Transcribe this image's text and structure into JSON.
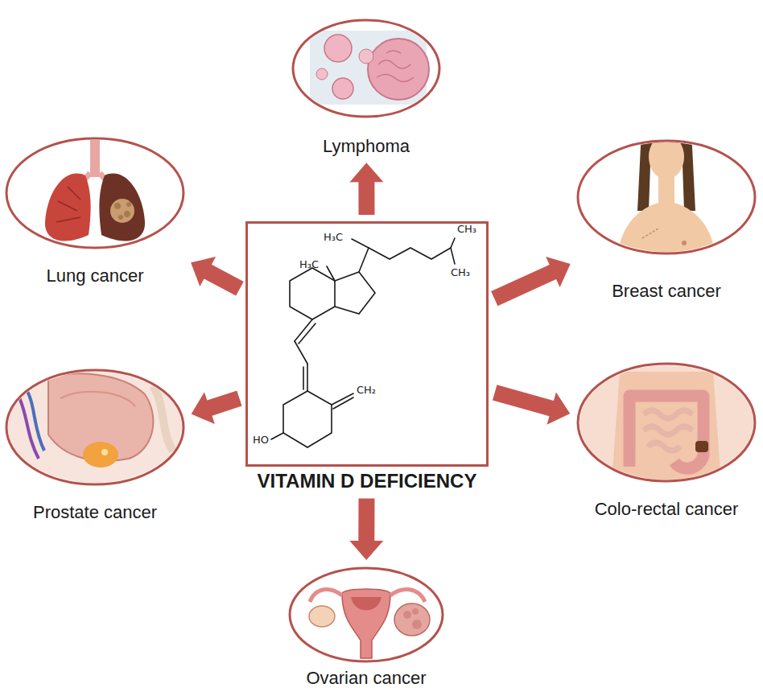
{
  "diagram": {
    "nodes": [
      {
        "text": [
          "Lymphoma"
        ]
      },
      {
        "text": [
          "Lung cancer"
        ]
      },
      {
        "text": [
          "Breast cancer"
        ]
      },
      {
        "text": [
          "VITAMIN D DEFICIENCY"
        ]
      },
      {
        "text": [
          "Prostate cancer"
        ]
      },
      {
        "text": [
          "Colo-rectal cancer"
        ]
      },
      {
        "text": [
          "Ovarian cancer"
        ]
      }
    ],
    "edges": [
      {
        "from": 3,
        "to": 0,
        "arrow": "to"
      },
      {
        "from": 3,
        "to": 1,
        "arrow": "to"
      },
      {
        "from": 3,
        "to": 2,
        "arrow": "to"
      },
      {
        "from": 3,
        "to": 4,
        "arrow": "to"
      },
      {
        "from": 3,
        "to": 5,
        "arrow": "to"
      },
      {
        "from": 3,
        "to": 6,
        "arrow": "to"
      }
    ],
    "labels": [
      "H₃C",
      "CH₃",
      "H₃C",
      "CH₃",
      "CH₂",
      "HO"
    ]
  }
}
